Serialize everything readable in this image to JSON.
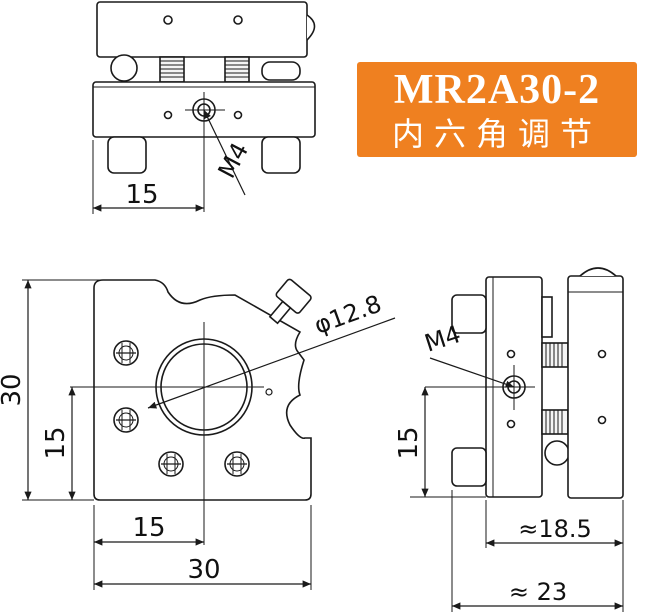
{
  "title": {
    "model": "MR2A30-2",
    "subtitle": "内六角调节",
    "background": "#ef8020"
  },
  "top_view": {
    "dim_width": "15",
    "thread_label": "M4"
  },
  "front_view": {
    "dim_height": "30",
    "dim_center_height": "15",
    "dim_center_width": "15",
    "dim_width": "30",
    "aperture_label": "φ12.8"
  },
  "side_view": {
    "thread_label": "M4",
    "dim_center_height": "15",
    "dim_depth_inner": "≈18.5",
    "dim_depth_outer": "≈ 23"
  },
  "colors": {
    "line": "#1a1a1a",
    "body_fill": "#ffffff"
  }
}
